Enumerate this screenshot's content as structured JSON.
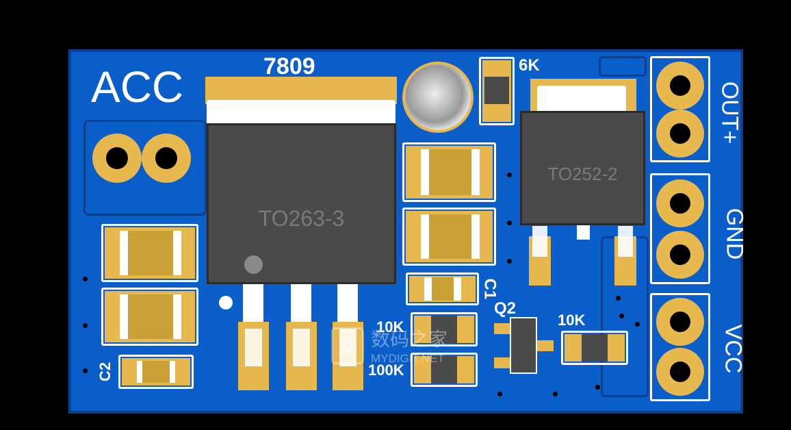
{
  "board": {
    "title": "ACC",
    "regulator_label": "7809",
    "regulator_package": "TO263-3",
    "resistor_6k": "6K",
    "package2": "TO252-2",
    "cap_c1": "C1",
    "cap_c2": "C2",
    "transistor": "Q2",
    "r1": "10K",
    "r2": "100K",
    "r3": "10K",
    "connectors": [
      "OUT+",
      "GND",
      "VCC"
    ]
  },
  "watermark": {
    "cn": "数码之家",
    "en": "MYDIGIT.NET"
  },
  "colors": {
    "board": "#0a5ec9",
    "pad": "#e6b84e",
    "background": "#000000"
  }
}
